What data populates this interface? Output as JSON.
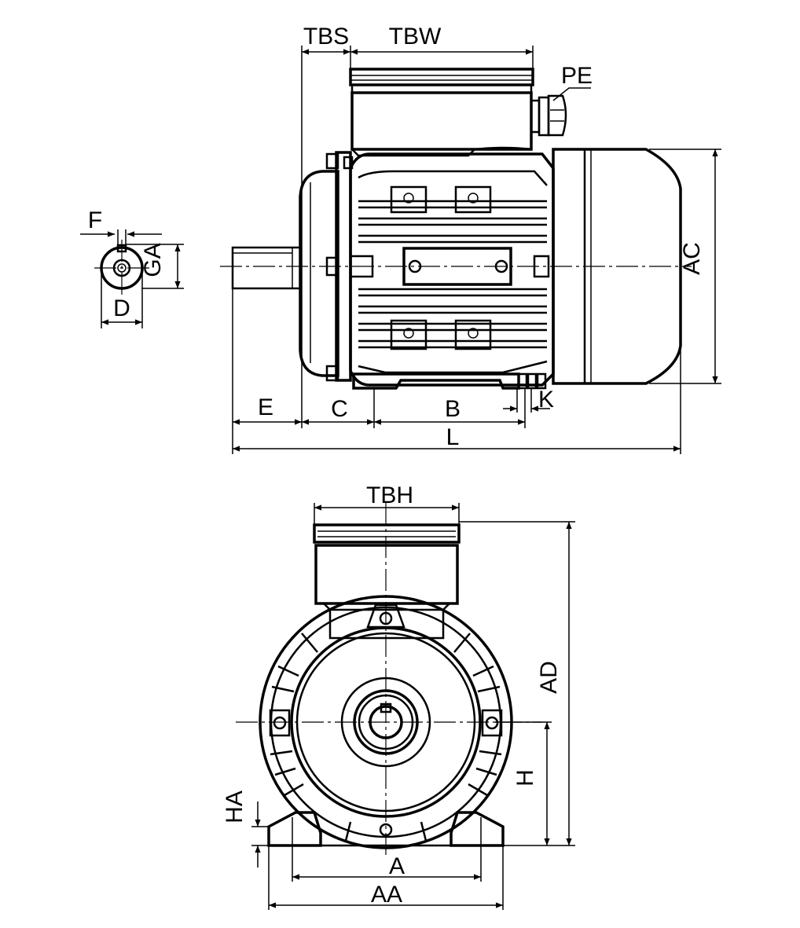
{
  "labels": {
    "tbs": "TBS",
    "tbw": "TBW",
    "pe": "PE",
    "f": "F",
    "ga": "GA",
    "d": "D",
    "ac": "AC",
    "e": "E",
    "c": "C",
    "b": "B",
    "k": "K",
    "l": "L",
    "tbh": "TBH",
    "ad": "AD",
    "h": "H",
    "ha": "HA",
    "a": "A",
    "aa": "AA"
  }
}
